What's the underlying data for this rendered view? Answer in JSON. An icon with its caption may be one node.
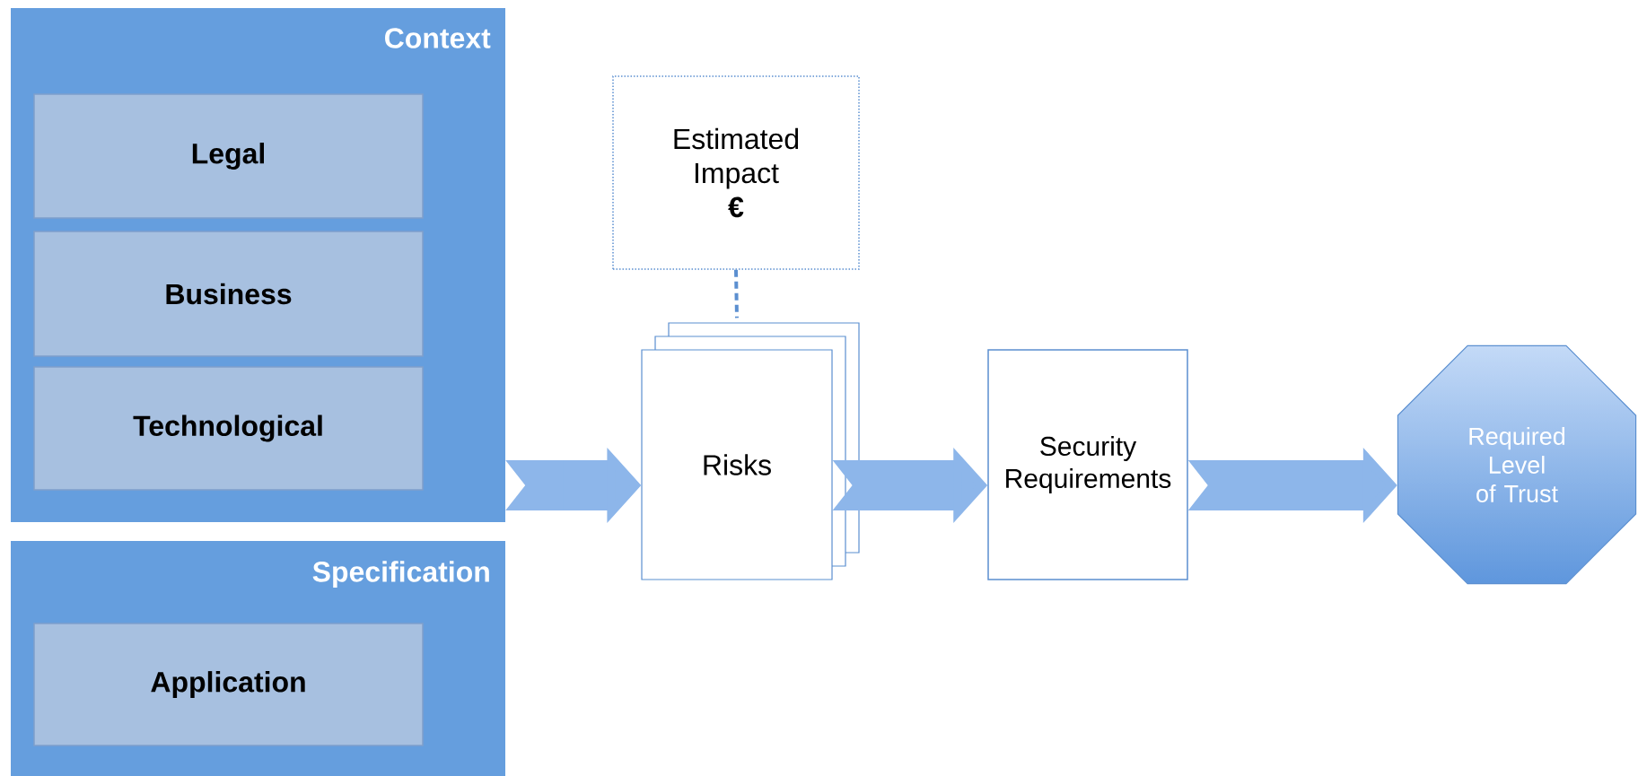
{
  "diagram": {
    "nodes": [
      {
        "text": [
          "Context"
        ]
      },
      {
        "text": [
          "Legal"
        ],
        "in": 0
      },
      {
        "text": [
          "Business"
        ],
        "in": 0
      },
      {
        "text": [
          "Technological"
        ],
        "in": 0
      },
      {
        "text": [
          "Specification"
        ]
      },
      {
        "text": [
          "Application"
        ],
        "in": 4
      },
      {
        "text": [
          "Estimated Impact",
          "€"
        ]
      },
      {
        "text": [
          "Risks"
        ]
      },
      {
        "text": [
          "Security Requirements"
        ]
      },
      {
        "text": [
          "Required Level of Trust"
        ]
      }
    ],
    "edges": [
      {
        "from": 0,
        "to": 7,
        "arrow": "to"
      },
      {
        "from": 7,
        "to": 8,
        "arrow": "to"
      },
      {
        "from": 8,
        "to": 9,
        "arrow": "to"
      },
      {
        "from": 6,
        "to": 7,
        "arrow": "none",
        "style": "dashed",
        "color": "#5b8fd0"
      }
    ]
  }
}
